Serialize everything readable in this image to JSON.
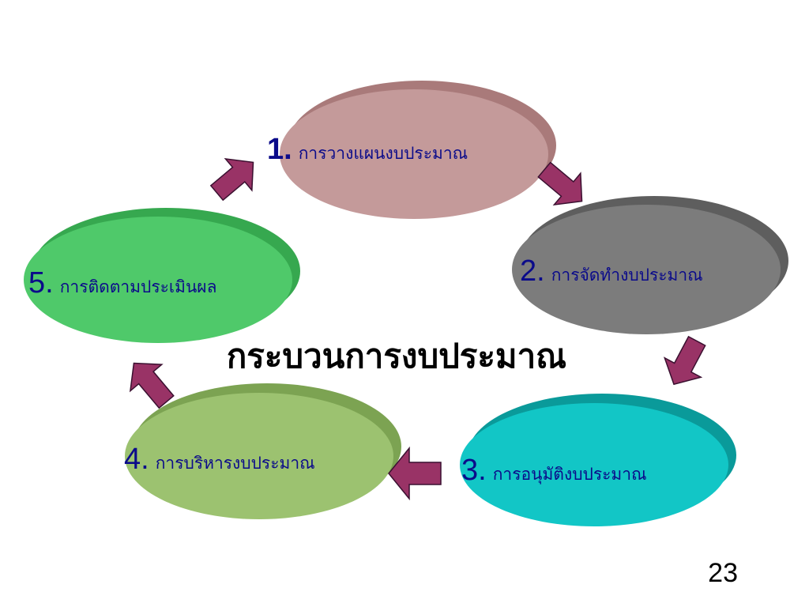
{
  "title": "กระบวนการงบประมาณ",
  "steps": [
    {
      "number": "1.",
      "label": "การวางแผนงบประมาณ",
      "color": "#c49a9a",
      "shade": "#a97a7a"
    },
    {
      "number": "2.",
      "label": "การจัดทำงบประมาณ",
      "color": "#7c7c7c",
      "shade": "#5e5e5e"
    },
    {
      "number": "3.",
      "label": "การอนุมัติงบประมาณ",
      "color": "#12c6c6",
      "shade": "#0a9a9a"
    },
    {
      "number": "4.",
      "label": "การบริหารงบประมาณ",
      "color": "#9cc270",
      "shade": "#7ca352"
    },
    {
      "number": "5.",
      "label": "การติดตามประเมินผล",
      "color": "#4fc96a",
      "shade": "#36a84f"
    }
  ],
  "arrow_color": "#993366",
  "text_color": "#0b0b8a",
  "page_number": "23"
}
